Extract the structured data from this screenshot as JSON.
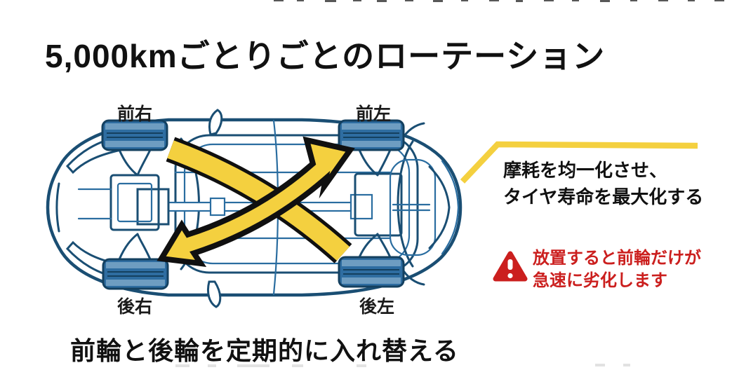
{
  "title": "5,000kmごとりごとのローテーション",
  "car_diagram": {
    "tires": [
      {
        "id": "front-right",
        "label": "前右"
      },
      {
        "id": "front-left",
        "label": "前左"
      },
      {
        "id": "rear-right",
        "label": "後右"
      },
      {
        "id": "rear-left",
        "label": "後左"
      }
    ],
    "rotation_arrows": [
      {
        "between": [
          "front-left",
          "rear-right"
        ],
        "style": "double-headed-curved-arrow"
      },
      {
        "between": [
          "front-right",
          "rear-left"
        ],
        "style": "curved-band"
      }
    ]
  },
  "benefit_callout": {
    "line1": "摩耗を均一化させ、",
    "line2": "タイヤ寿命を最大化する"
  },
  "warning_callout": {
    "icon": "warning-triangle-icon",
    "line1": "放置すると前輪だけが",
    "line2": "急速に劣化します"
  },
  "bottom_caption": "前輪と後輪を定期的に入れ替える",
  "colors": {
    "arrow_yellow": "#F4D03F",
    "arrow_outline": "#101010",
    "car_line": "#1A4E73",
    "car_line_light": "#2A6DA0",
    "tire_fill": "#2E6DA1",
    "tire_dark": "#14405F",
    "tire_light": "#6E9DC1",
    "warning_red": "#CB1F1E",
    "text_black": "#111111"
  }
}
